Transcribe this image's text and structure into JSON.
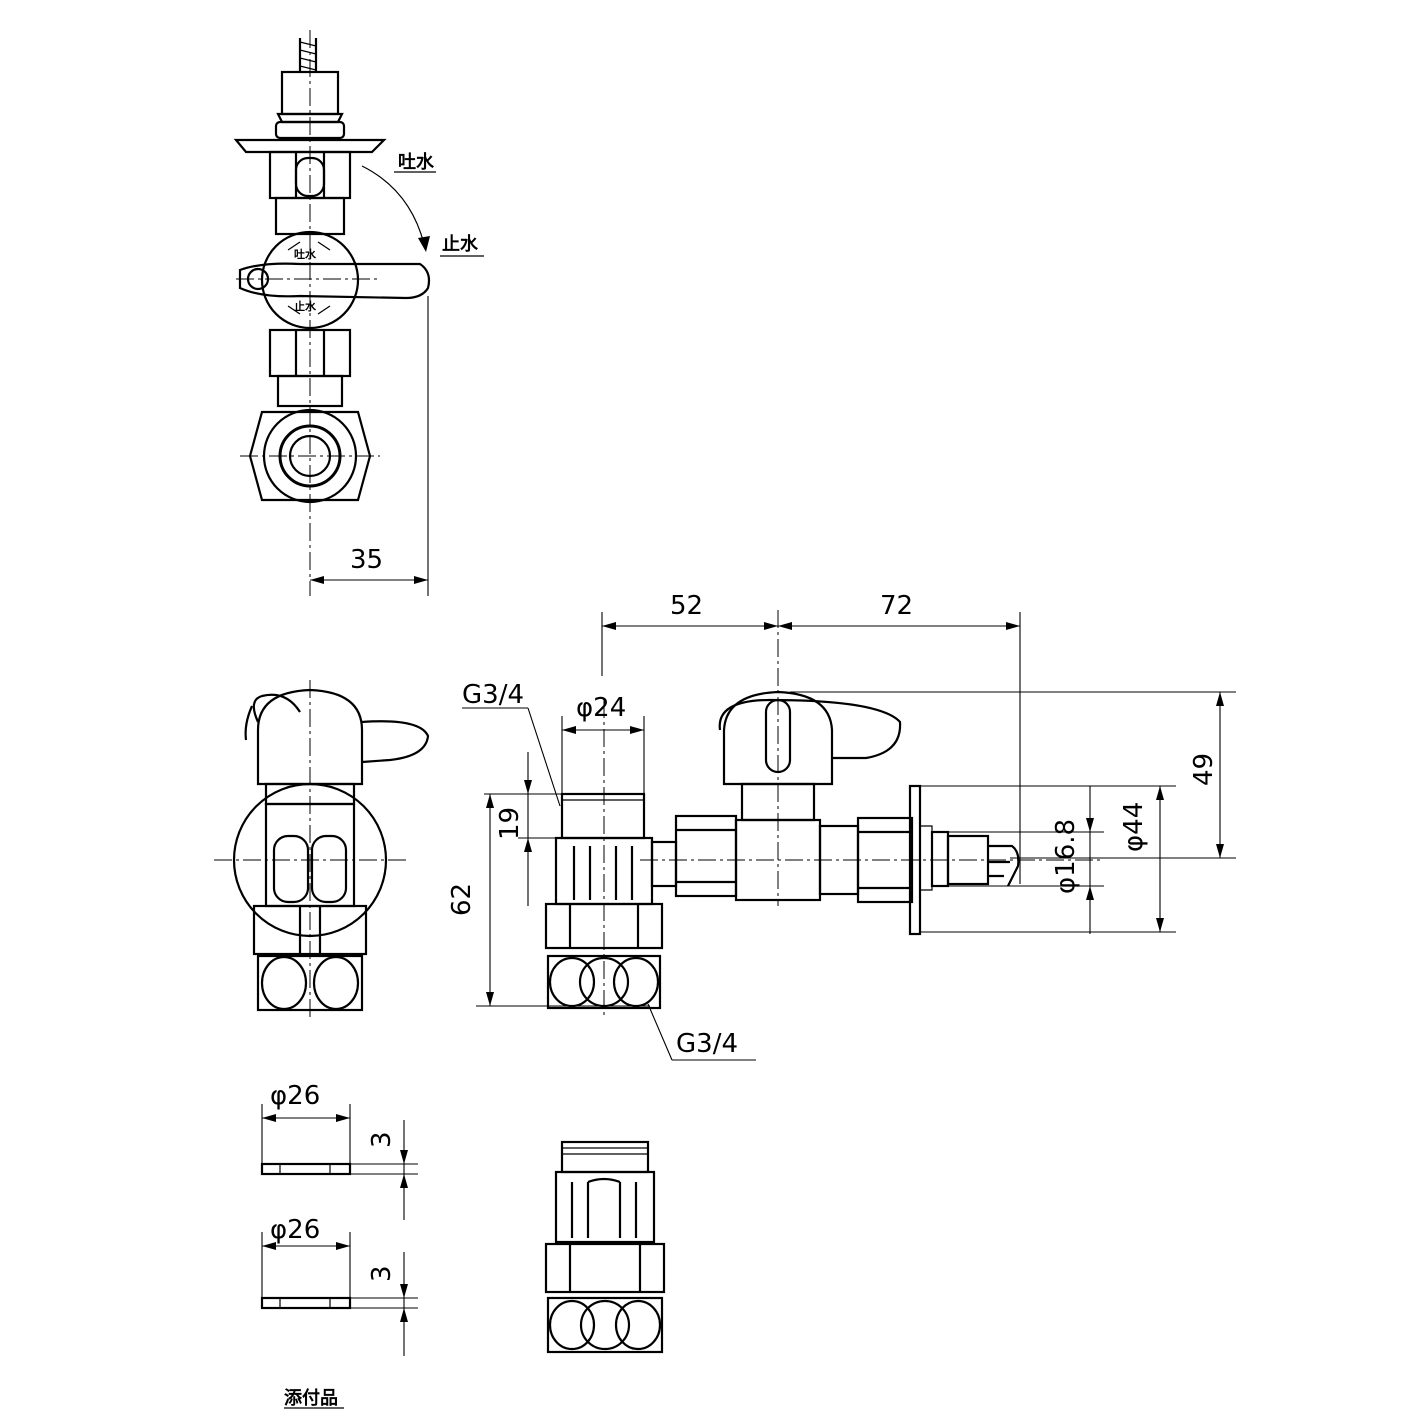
{
  "labels": {
    "spout": "吐水",
    "stop": "止水",
    "accessories": "添付品"
  },
  "dimensions": {
    "d35": "35",
    "d52": "52",
    "d72": "72",
    "d49": "49",
    "d19": "19",
    "d62": "62",
    "phi24": "φ24",
    "phi16_8": "φ16.8",
    "phi44": "φ44",
    "thread_top": "G3/4",
    "thread_bottom": "G3/4",
    "phi26_a": "φ26",
    "phi26_b": "φ26",
    "t3_a": "3",
    "t3_b": "3"
  }
}
